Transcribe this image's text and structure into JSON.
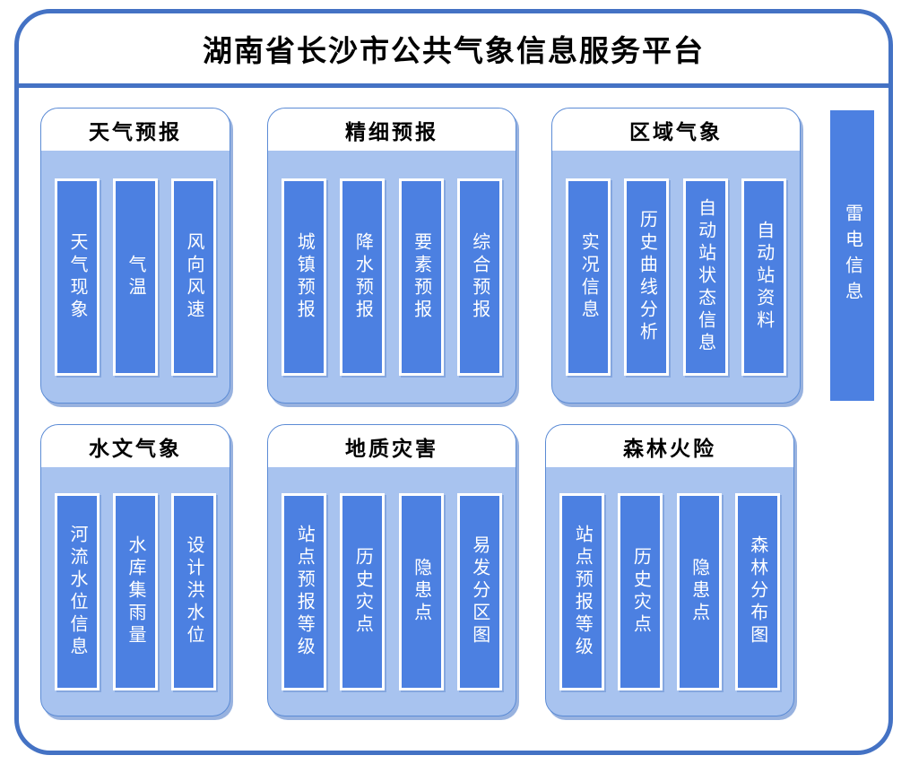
{
  "title": "湖南省长沙市公共气象信息服务平台",
  "panels": [
    {
      "title": "天气预报",
      "items": [
        "天气现象",
        "气温",
        "风向风速"
      ]
    },
    {
      "title": "精细预报",
      "items": [
        "城镇预报",
        "降水预报",
        "要素预报",
        "综合预报"
      ]
    },
    {
      "title": "区域气象",
      "items": [
        "实况信息",
        "历史曲线分析",
        "自动站状态信息",
        "自动站资料"
      ]
    },
    {
      "title": "水文气象",
      "items": [
        "河流水位信息",
        "水库集雨量",
        "设计洪水位"
      ]
    },
    {
      "title": "地质灾害",
      "items": [
        "站点预报等级",
        "历史灾点",
        "隐患点",
        "易发分区图"
      ]
    },
    {
      "title": "森林火险",
      "items": [
        "站点预报等级",
        "历史灾点",
        "隐患点",
        "森林分布图"
      ]
    }
  ],
  "side_bar": {
    "label": "雷电信息"
  },
  "colors": {
    "frame_blue": "#4472C4",
    "panel_fill": "#A8C3EF",
    "panel_border": "#5B8BD5",
    "bar_fill": "#4C80E1",
    "header_bg": "#FFFFFF",
    "title_text": "#000000",
    "bar_text": "#FFFFFF",
    "shadow": "rgba(68,114,196,0.55)"
  }
}
